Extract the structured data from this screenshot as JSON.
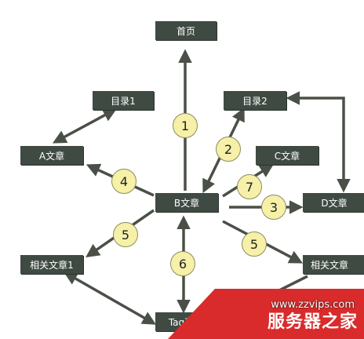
{
  "nodes": {
    "home": "首页",
    "dir1": "目录1",
    "dir2": "目录2",
    "a": "A文章",
    "b": "B文章",
    "c": "C文章",
    "d": "D文章",
    "related1": "相关文章1",
    "related2": "相关文章",
    "tag": "Tag页面"
  },
  "badges": {
    "b1": "1",
    "b2": "2",
    "b3": "3",
    "b4": "4",
    "b5a": "5",
    "b5b": "5",
    "b6": "6",
    "b7": "7"
  },
  "watermark": {
    "url": "www.zzvips.com",
    "name": "服务器之家"
  },
  "colors": {
    "node_bg": "#3f4a43",
    "arrow": "#4a5048",
    "badge_bg": "#f6f0a8",
    "watermark_red": "#d92b2b"
  }
}
